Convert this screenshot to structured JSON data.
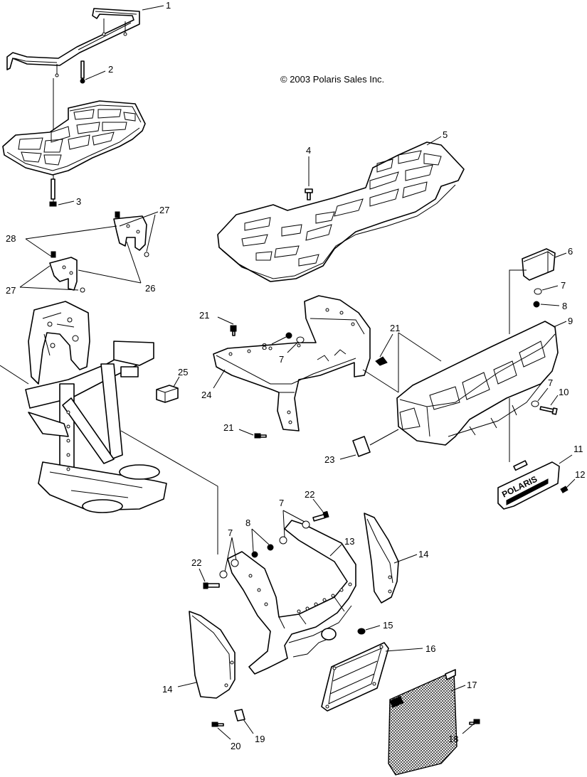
{
  "copyright": "© 2003 Polaris Sales Inc.",
  "logo_text": "POLARIS",
  "callouts": [
    "1",
    "2",
    "3",
    "4",
    "5",
    "6",
    "7",
    "8",
    "9",
    "10",
    "11",
    "12",
    "13",
    "14",
    "15",
    "16",
    "17",
    "18",
    "19",
    "20",
    "21",
    "22",
    "23",
    "24",
    "25",
    "26",
    "27",
    "28"
  ],
  "parts": [
    {
      "id": "rack-rail",
      "callout": "1"
    },
    {
      "id": "rail-bolt",
      "callout": "2"
    },
    {
      "id": "rear-rack-grate",
      "callout": "3"
    },
    {
      "id": "rack-screw",
      "callout": "4"
    },
    {
      "id": "front-rack",
      "callout": "5"
    },
    {
      "id": "headlight",
      "callout": "6"
    },
    {
      "id": "washer",
      "callout": "7"
    },
    {
      "id": "nut",
      "callout": "8"
    },
    {
      "id": "front-bumper-cover",
      "callout": "9"
    },
    {
      "id": "bumper-bolt",
      "callout": "10"
    },
    {
      "id": "name-plate",
      "callout": "11"
    },
    {
      "id": "plate-screw",
      "callout": "12"
    },
    {
      "id": "front-bumper-bar",
      "callout": "13"
    },
    {
      "id": "side-panel",
      "callout": "14"
    },
    {
      "id": "grille-nut",
      "callout": "15"
    },
    {
      "id": "grille-frame",
      "callout": "16"
    },
    {
      "id": "mesh-screen",
      "callout": "17"
    },
    {
      "id": "screen-screw",
      "callout": "18"
    },
    {
      "id": "clip",
      "callout": "19"
    },
    {
      "id": "panel-screw",
      "callout": "20"
    },
    {
      "id": "bracket-screw",
      "callout": "21"
    },
    {
      "id": "bumper-bar-bolt",
      "callout": "22"
    },
    {
      "id": "reflector",
      "callout": "23"
    },
    {
      "id": "rack-support-bracket",
      "callout": "24"
    },
    {
      "id": "rubber-bumper",
      "callout": "25"
    },
    {
      "id": "mounting-bracket",
      "callout": "26"
    },
    {
      "id": "bracket-fastener",
      "callout": "27"
    },
    {
      "id": "bracket-bolt",
      "callout": "28"
    },
    {
      "id": "vehicle-frame",
      "callout": ""
    }
  ]
}
